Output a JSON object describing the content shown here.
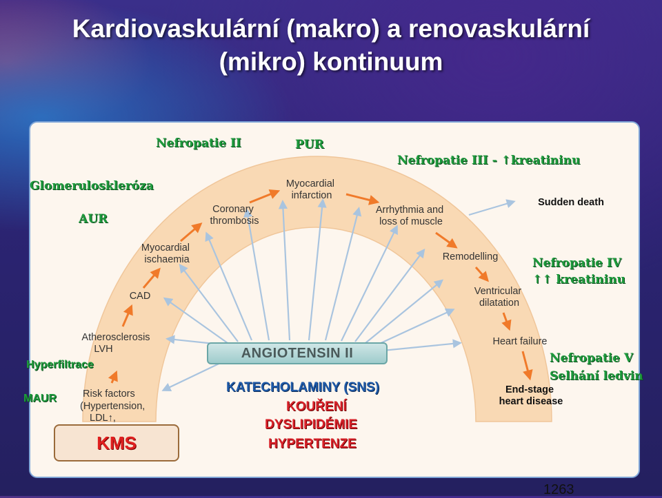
{
  "title": {
    "line1": "Kardiovaskulární (makro) a renovaskulární",
    "line2": "(mikro) kontinuum"
  },
  "continuum": {
    "risk_factors": [
      "Risk factors",
      "(Hypertension,",
      "LDL↑,"
    ],
    "atherosclerosis": [
      "Atherosclerosis",
      "LVH"
    ],
    "cad": "CAD",
    "ischaemia": [
      "Myocardial",
      "ischaemia"
    ],
    "thrombosis": [
      "Coronary",
      "thrombosis"
    ],
    "infarction": [
      "Myocardial",
      "infarction"
    ],
    "arrhythmia": [
      "Arrhythmia and",
      "loss of muscle"
    ],
    "sudden_death": "Sudden death",
    "remodelling": "Remodelling",
    "dilatation": [
      "Ventricular",
      "dilatation"
    ],
    "heart_failure": "Heart failure",
    "end_stage": [
      "End-stage",
      "heart disease"
    ]
  },
  "center_label": "ANGIOTENSIN II",
  "renal_labels": {
    "nefropatie_2": "Nefropatie II",
    "pur": "PUR",
    "nefropatie_3": "Nefropatie III - ↑kreatininu",
    "glomeruloskleroza": "Glomeruloskleróza",
    "aur": "AUR",
    "nefropatie_4_line1": "Nefropatie IV",
    "nefropatie_4_line2": "↑↑ kreatininu",
    "hyperfiltrace": "Hyperfiltrace",
    "maur": "MAUR",
    "nefropatie_5_line1": "Nefropatie V",
    "nefropatie_5_line2": "Selhání ledvin"
  },
  "factors": {
    "katecholaminy": "KATECHOLAMINY (SNS)",
    "koureni": "KOUŘENÍ",
    "dyslipidemie": "DYSLIPIDÉMIE",
    "hypertenze": "HYPERTENZE"
  },
  "kms_label": "KMS",
  "page_number": "1263",
  "colors": {
    "arc_fill": "#f9d9b4",
    "arrow_orange": "#f07a2a",
    "ray_blue": "#a9c4df",
    "renal_green": "#1d9a3c",
    "factor_red": "#d8222a",
    "factor_blue": "#1f5aa8"
  }
}
